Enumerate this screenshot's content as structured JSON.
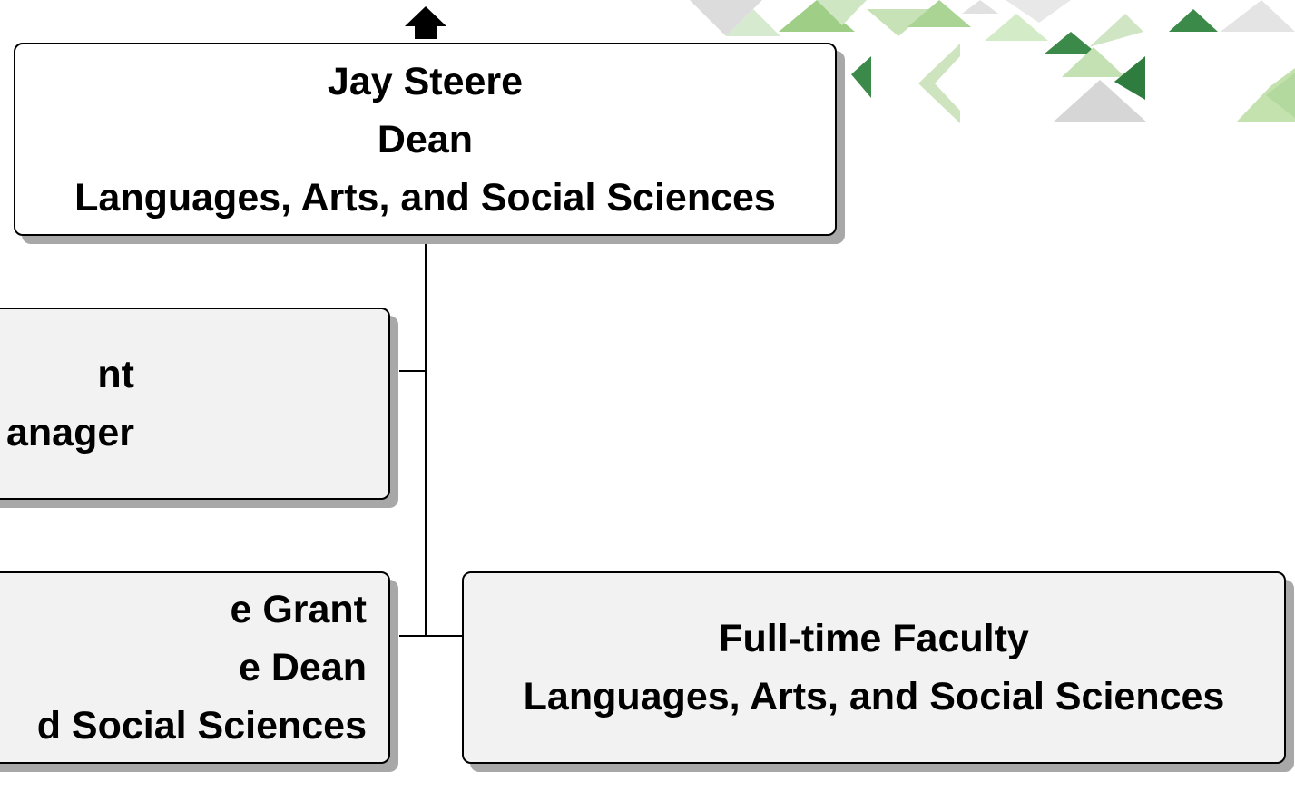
{
  "diagram": {
    "dean": {
      "name": "Jay Steere",
      "title": "Dean",
      "department": "Languages, Arts, and Social Sciences"
    },
    "assistant": {
      "line1": "nt",
      "line2": "anager"
    },
    "associate": {
      "line1": "e Grant",
      "line2": "e Dean",
      "line3": "d Social Sciences"
    },
    "faculty": {
      "line1": "Full-time Faculty",
      "line2": "Languages, Arts, and Social Sciences"
    }
  },
  "colors": {
    "box_border": "#000000",
    "box_shadow": "#a8a8a8",
    "box_fill": "#f2f2f2",
    "deco_green": "#9fcf86",
    "deco_dark_green": "#3c8a4a",
    "deco_gray": "#d6d6d6"
  },
  "icons": [
    "up-arrow-icon"
  ]
}
